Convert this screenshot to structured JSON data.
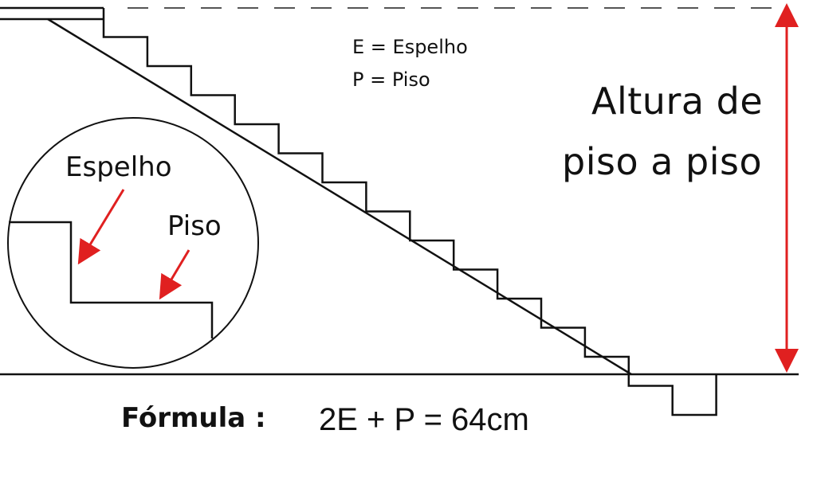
{
  "legend": {
    "espelho": "E = Espelho",
    "piso": "P = Piso"
  },
  "height_label": {
    "line1": "Altura de",
    "line2": "piso a piso"
  },
  "detail": {
    "espelho_label": "Espelho",
    "piso_label": "Piso"
  },
  "formula": {
    "label": "Fórmula :",
    "expression": "2E + P = 64cm"
  },
  "colors": {
    "line": "#111111",
    "arrow": "#e02020",
    "dashed": "#555555"
  },
  "icons": [
    "red-arrow-icon",
    "double-arrow-icon"
  ]
}
